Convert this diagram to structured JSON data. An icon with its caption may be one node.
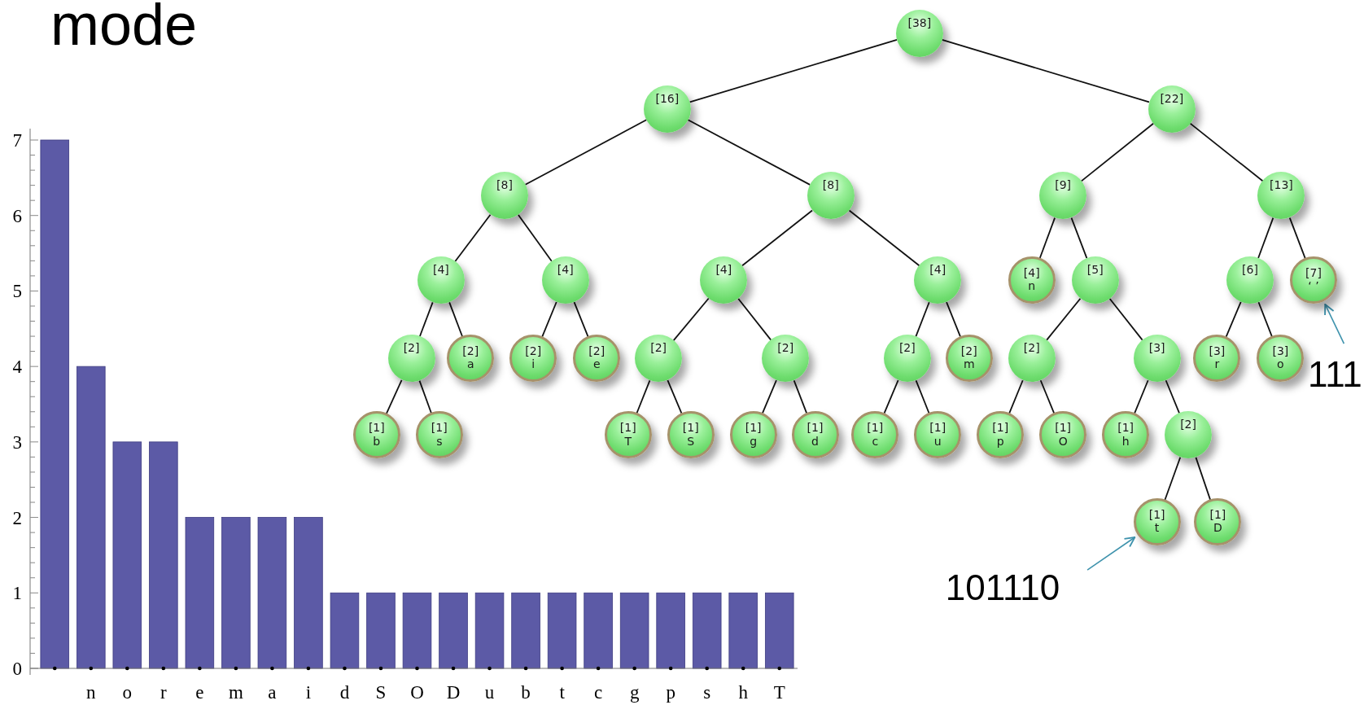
{
  "diagram": {
    "title": "mode",
    "nodes": [
      {
        "text": [
          "[38]"
        ]
      },
      {
        "text": [
          "[16]"
        ]
      },
      {
        "text": [
          "[22]"
        ]
      },
      {
        "text": [
          "[8]"
        ]
      },
      {
        "text": [
          "[8]"
        ]
      },
      {
        "text": [
          "[9]"
        ]
      },
      {
        "text": [
          "[13]"
        ]
      },
      {
        "text": [
          "[4]"
        ]
      },
      {
        "text": [
          "[4]"
        ]
      },
      {
        "text": [
          "[4]"
        ]
      },
      {
        "text": [
          "[4]"
        ]
      },
      {
        "text": [
          "[4]",
          "n"
        ]
      },
      {
        "text": [
          "[5]"
        ]
      },
      {
        "text": [
          "[6]"
        ]
      },
      {
        "text": [
          "[7]",
          "‘ ’"
        ]
      },
      {
        "text": [
          "[2]"
        ]
      },
      {
        "text": [
          "[2]",
          "a"
        ]
      },
      {
        "text": [
          "[2]",
          "i"
        ]
      },
      {
        "text": [
          "[2]",
          "e"
        ]
      },
      {
        "text": [
          "[2]"
        ]
      },
      {
        "text": [
          "[2]"
        ]
      },
      {
        "text": [
          "[2]"
        ]
      },
      {
        "text": [
          "[2]",
          "m"
        ]
      },
      {
        "text": [
          "[2]"
        ]
      },
      {
        "text": [
          "[3]"
        ]
      },
      {
        "text": [
          "[3]",
          "r"
        ]
      },
      {
        "text": [
          "[3]",
          "o"
        ]
      },
      {
        "text": [
          "[1]",
          "b"
        ]
      },
      {
        "text": [
          "[1]",
          "s"
        ]
      },
      {
        "text": [
          "[1]",
          "T"
        ]
      },
      {
        "text": [
          "[1]",
          "S"
        ]
      },
      {
        "text": [
          "[1]",
          "g"
        ]
      },
      {
        "text": [
          "[1]",
          "d"
        ]
      },
      {
        "text": [
          "[1]",
          "c"
        ]
      },
      {
        "text": [
          "[1]",
          "u"
        ]
      },
      {
        "text": [
          "[1]",
          "p"
        ]
      },
      {
        "text": [
          "[1]",
          "O"
        ]
      },
      {
        "text": [
          "[1]",
          "h"
        ]
      },
      {
        "text": [
          "[2]"
        ]
      },
      {
        "text": [
          "[1]",
          "t"
        ]
      },
      {
        "text": [
          "[1]",
          "D"
        ]
      },
      {
        "text": [
          "111"
        ]
      },
      {
        "text": [
          "101110"
        ]
      }
    ],
    "edges": [
      {
        "from": 0,
        "to": 1,
        "arrow": "none"
      },
      {
        "from": 0,
        "to": 2,
        "arrow": "none"
      },
      {
        "from": 1,
        "to": 3,
        "arrow": "none"
      },
      {
        "from": 1,
        "to": 4,
        "arrow": "none"
      },
      {
        "from": 2,
        "to": 5,
        "arrow": "none"
      },
      {
        "from": 2,
        "to": 6,
        "arrow": "none"
      },
      {
        "from": 3,
        "to": 7,
        "arrow": "none"
      },
      {
        "from": 3,
        "to": 8,
        "arrow": "none"
      },
      {
        "from": 4,
        "to": 9,
        "arrow": "none"
      },
      {
        "from": 4,
        "to": 10,
        "arrow": "none"
      },
      {
        "from": 5,
        "to": 11,
        "arrow": "none"
      },
      {
        "from": 5,
        "to": 12,
        "arrow": "none"
      },
      {
        "from": 6,
        "to": 13,
        "arrow": "none"
      },
      {
        "from": 6,
        "to": 14,
        "arrow": "none"
      },
      {
        "from": 7,
        "to": 15,
        "arrow": "none"
      },
      {
        "from": 7,
        "to": 16,
        "arrow": "none"
      },
      {
        "from": 8,
        "to": 17,
        "arrow": "none"
      },
      {
        "from": 8,
        "to": 18,
        "arrow": "none"
      },
      {
        "from": 9,
        "to": 19,
        "arrow": "none"
      },
      {
        "from": 9,
        "to": 20,
        "arrow": "none"
      },
      {
        "from": 10,
        "to": 21,
        "arrow": "none"
      },
      {
        "from": 10,
        "to": 22,
        "arrow": "none"
      },
      {
        "from": 12,
        "to": 23,
        "arrow": "none"
      },
      {
        "from": 12,
        "to": 24,
        "arrow": "none"
      },
      {
        "from": 13,
        "to": 25,
        "arrow": "none"
      },
      {
        "from": 13,
        "to": 26,
        "arrow": "none"
      },
      {
        "from": 15,
        "to": 27,
        "arrow": "none"
      },
      {
        "from": 15,
        "to": 28,
        "arrow": "none"
      },
      {
        "from": 19,
        "to": 29,
        "arrow": "none"
      },
      {
        "from": 19,
        "to": 30,
        "arrow": "none"
      },
      {
        "from": 20,
        "to": 31,
        "arrow": "none"
      },
      {
        "from": 20,
        "to": 32,
        "arrow": "none"
      },
      {
        "from": 21,
        "to": 33,
        "arrow": "none"
      },
      {
        "from": 21,
        "to": 34,
        "arrow": "none"
      },
      {
        "from": 23,
        "to": 35,
        "arrow": "none"
      },
      {
        "from": 23,
        "to": 36,
        "arrow": "none"
      },
      {
        "from": 24,
        "to": 37,
        "arrow": "none"
      },
      {
        "from": 24,
        "to": 38,
        "arrow": "none"
      },
      {
        "from": 38,
        "to": 39,
        "arrow": "none"
      },
      {
        "from": 38,
        "to": 40,
        "arrow": "none"
      },
      {
        "from": 41,
        "to": 14,
        "arrow": "to",
        "color": "#3f93ad"
      },
      {
        "from": 42,
        "to": 39,
        "arrow": "to",
        "color": "#3f93ad"
      }
    ],
    "chart_data": {
      "type": "bar",
      "categories": [
        null,
        "n",
        "o",
        "r",
        "e",
        "m",
        "a",
        "i",
        "d",
        "S",
        "O",
        "D",
        "u",
        "b",
        "t",
        "c",
        "g",
        "p",
        "s",
        "h",
        "T"
      ],
      "values": [
        7,
        4,
        3,
        3,
        2,
        2,
        2,
        2,
        1,
        1,
        1,
        1,
        1,
        1,
        1,
        1,
        1,
        1,
        1,
        1,
        1
      ],
      "ylim": [
        0,
        7
      ],
      "yticks": [
        0,
        1,
        2,
        3,
        4,
        5,
        6,
        7
      ]
    }
  }
}
